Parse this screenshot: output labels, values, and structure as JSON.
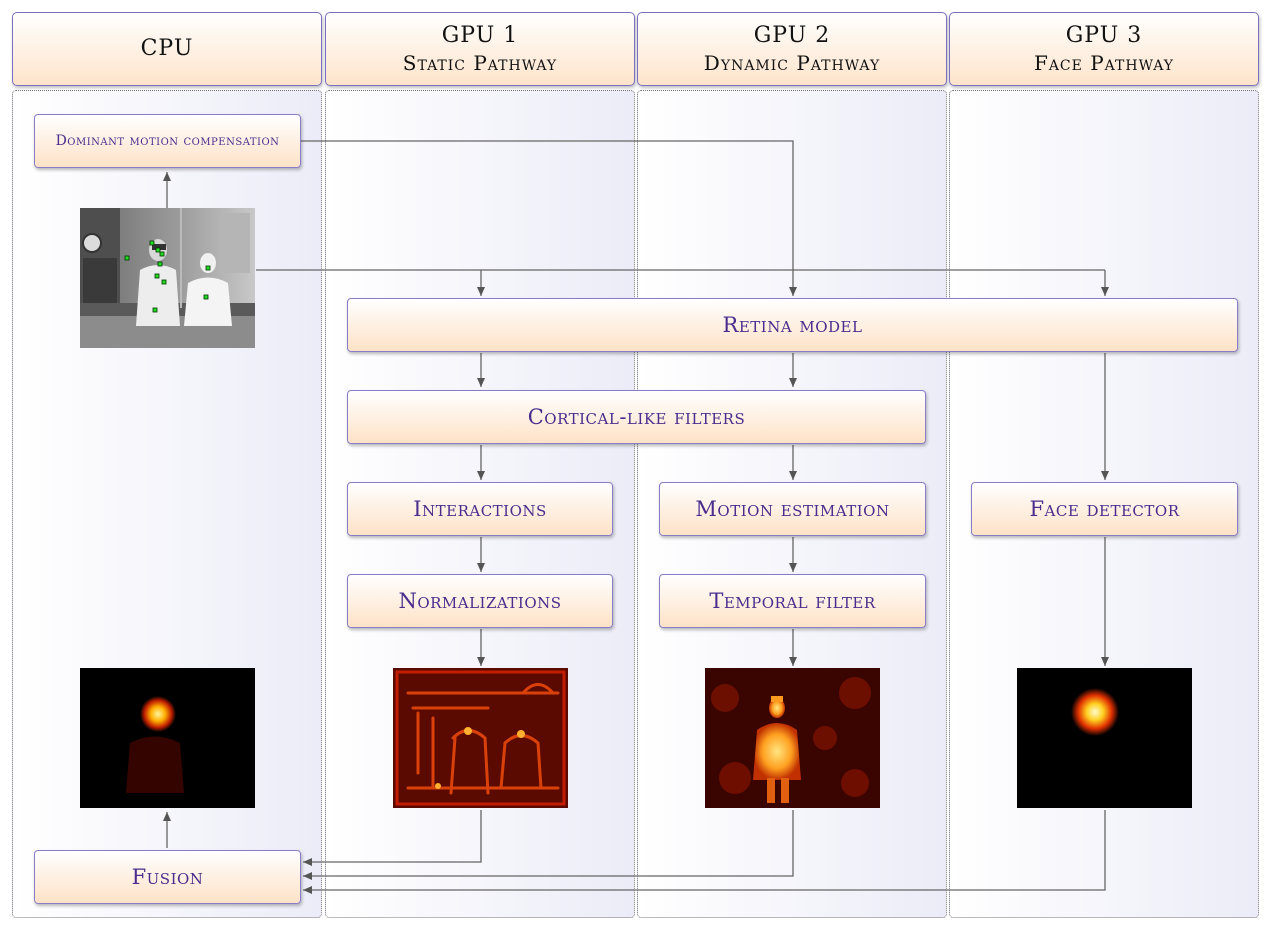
{
  "columns": [
    {
      "line1": "CPU",
      "line2": ""
    },
    {
      "line1": "GPU 1",
      "line2": "Static Pathway"
    },
    {
      "line1": "GPU 2",
      "line2": "Dynamic Pathway"
    },
    {
      "line1": "GPU 3",
      "line2": "Face Pathway"
    }
  ],
  "nodes": {
    "dominant_motion": "Dominant motion compensation",
    "retina": "Retina model",
    "cortical": "Cortical-like filters",
    "interactions": "Interactions",
    "normalizations": "Normalizations",
    "motion_estimation": "Motion estimation",
    "temporal_filter": "Temporal filter",
    "face_detector": "Face detector",
    "fusion": "Fusion"
  },
  "colors": {
    "box_text": "#4a2d8e",
    "box_border": "#8a7dc8",
    "box_fill_top": "#ffffff",
    "box_fill_bottom": "#fde2c7",
    "arrow": "#555555",
    "keypoint": "#22dd22"
  }
}
